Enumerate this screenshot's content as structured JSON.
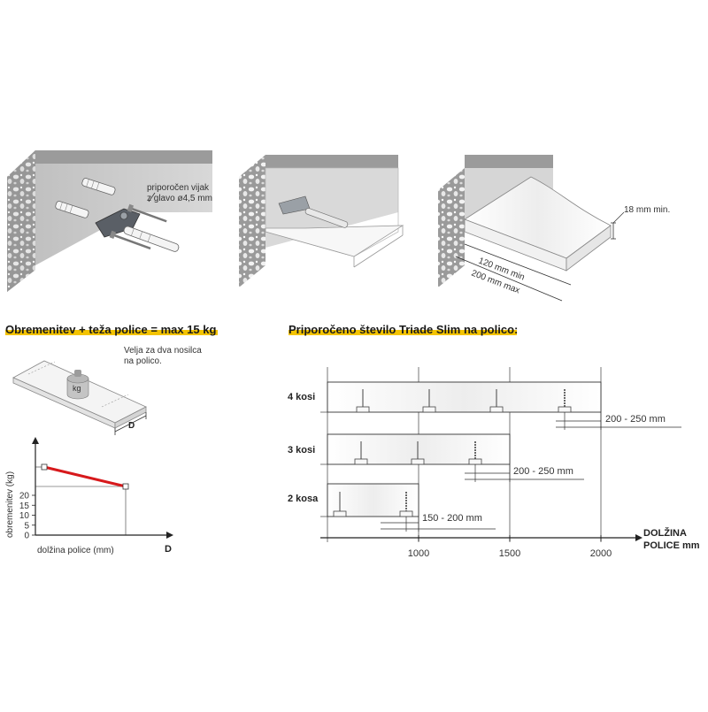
{
  "top": {
    "screw_note_line1": "priporočen vijak",
    "screw_note_line2": "z glavo ø4,5 mm",
    "thickness_note": "18 mm min.",
    "depth_min": "120 mm min",
    "depth_max": "200 mm max"
  },
  "load": {
    "heading": "Obremenitev + teža police = max 15 kg",
    "note_line1": "Velja za dva nosilca",
    "note_line2": "na polico.",
    "weight_label": "kg",
    "depth_label": "D",
    "chart": {
      "ylabel": "obremenitev (kg)",
      "xlabel": "dolžina police (mm)",
      "x_axis_label": "D",
      "yticks": [
        "0",
        "5",
        "10",
        "15",
        "20"
      ],
      "line_color": "#d7191c"
    }
  },
  "recommend": {
    "heading": "Priporočeno število Triade Slim na polico:",
    "axis_label_line1": "DOLŽINA",
    "axis_label_line2": "POLICE mm",
    "xticks": [
      "1000",
      "1500",
      "2000"
    ],
    "rows": [
      {
        "label": "4 kosi",
        "spacing": "200 - 250 mm"
      },
      {
        "label": "3 kosi",
        "spacing": "200 - 250 mm"
      },
      {
        "label": "2 kosa",
        "spacing": "150 - 200 mm"
      }
    ]
  }
}
